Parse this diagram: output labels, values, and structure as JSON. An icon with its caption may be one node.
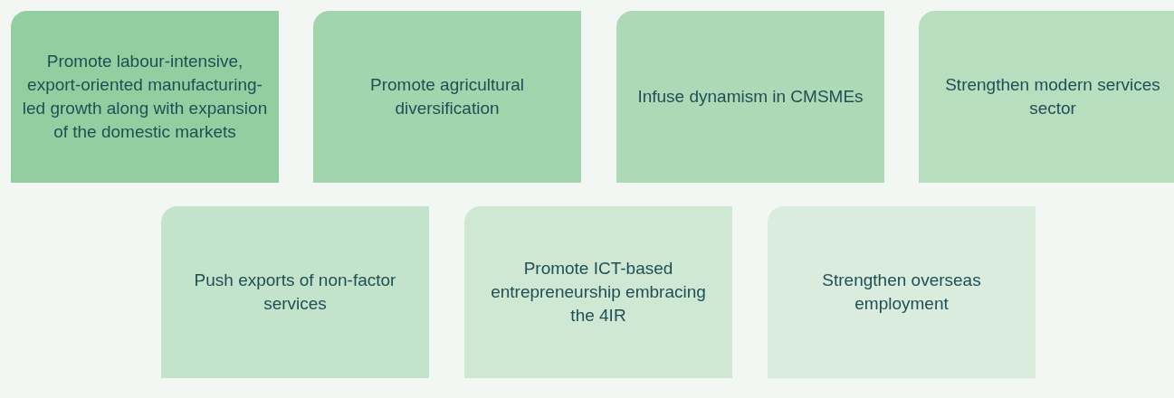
{
  "diagram": {
    "nodes": [
      {
        "text": [
          "Promote labour-intensive, export-oriented manufacturing-led growth along with expansion of the domestic markets"
        ]
      },
      {
        "text": [
          "Promote agricultural diversification"
        ]
      },
      {
        "text": [
          "Infuse dynamism in CMSMEs"
        ]
      },
      {
        "text": [
          "Strengthen modern services sector"
        ]
      },
      {
        "text": [
          "Push exports of non-factor services"
        ]
      },
      {
        "text": [
          "Promote ICT-based entrepreneurship embracing the 4IR"
        ]
      },
      {
        "text": [
          "Strengthen overseas employment"
        ]
      }
    ]
  }
}
